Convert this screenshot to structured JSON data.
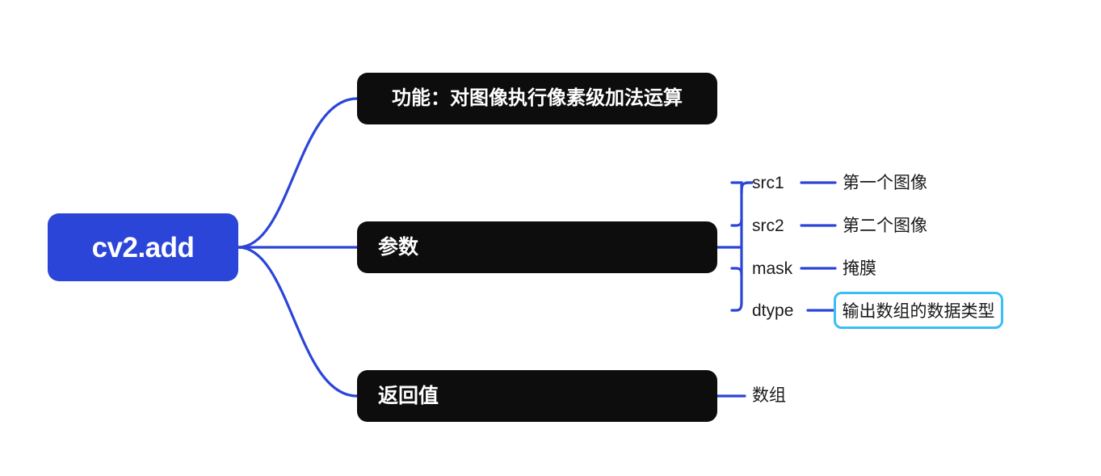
{
  "diagram": {
    "type": "mindmap",
    "background_color": "#FFFFFF",
    "accent_color": "#2B45D8",
    "node_color": "#0D0D0D",
    "selection_color": "#3BBDF5",
    "root": {
      "label": "cv2.add"
    },
    "branches": [
      {
        "id": "feature",
        "label": "功能：对图像执行像素级加法运算",
        "children": []
      },
      {
        "id": "params",
        "label": "参数",
        "children": [
          {
            "key": "src1",
            "value": "第一个图像",
            "selected": false
          },
          {
            "key": "src2",
            "value": "第二个图像",
            "selected": false
          },
          {
            "key": "mask",
            "value": "掩膜",
            "selected": false
          },
          {
            "key": "dtype",
            "value": "输出数组的数据类型",
            "selected": true
          }
        ]
      },
      {
        "id": "return",
        "label": "返回值",
        "children": [
          {
            "key": "数组",
            "value": "",
            "selected": false
          }
        ]
      }
    ]
  }
}
